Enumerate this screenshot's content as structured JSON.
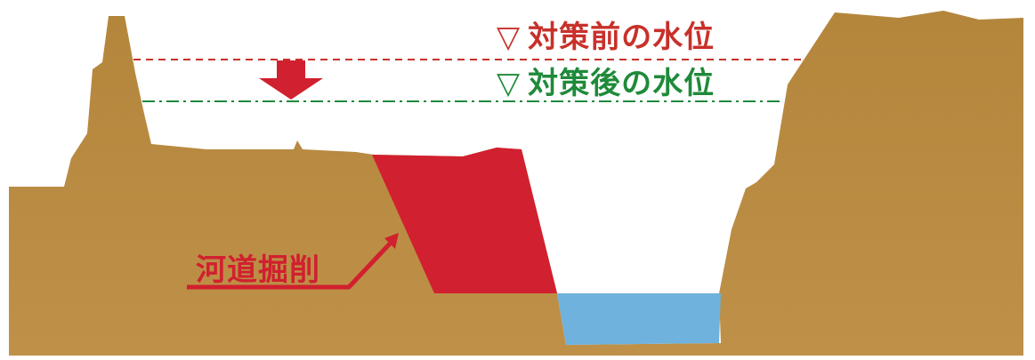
{
  "colors": {
    "terrain": "#b88a40",
    "terrain_dark": "#a77a35",
    "excavation": "#d1202f",
    "water": "#6fb2dd",
    "before_level": "#c8312a",
    "after_level": "#1f8a3a",
    "arrow": "#d1202f"
  },
  "labels": {
    "before_symbol": "▽",
    "before_text": "対策前の水位",
    "after_symbol": "▽",
    "after_text": "対策後の水位",
    "dredging_text": "河道掘削"
  },
  "icons": {
    "level_down_arrow": "down-arrow-icon",
    "pointer_arrow": "pointer-arrow-icon"
  }
}
